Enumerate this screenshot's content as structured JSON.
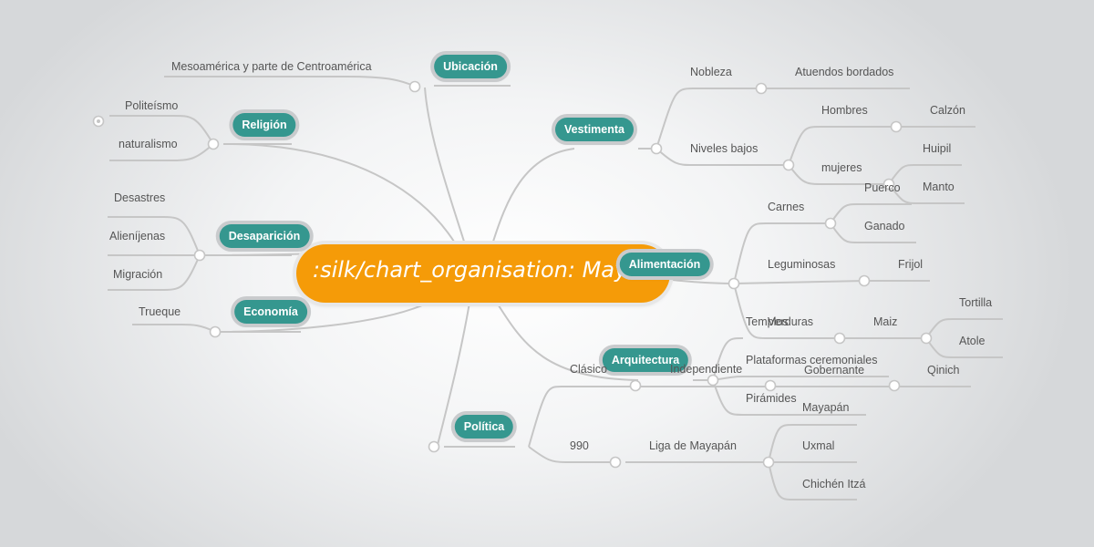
{
  "central_topic": ":silk/chart_organisation: Mayas",
  "branches": {
    "ubicacion": {
      "label": "Ubicación",
      "items": [
        "Mesoamérica y parte de Centroamérica"
      ]
    },
    "religion": {
      "label": "Religión",
      "items": [
        "Politeísmo",
        "naturalismo"
      ]
    },
    "desaparicion": {
      "label": "Desaparición",
      "items": [
        "Desastres",
        "Alieníjenas",
        "Migración"
      ]
    },
    "economia": {
      "label": "Economía",
      "items": [
        "Trueque"
      ]
    },
    "politica": {
      "label": "Política",
      "clasico": "Clásico",
      "independiente": "Independiente",
      "gobernante": "Gobernante",
      "qinich": "Qinich",
      "year": "990",
      "liga": "Liga de Mayapán",
      "cities": [
        "Mayapán",
        "Uxmal",
        "Chichén Itzá"
      ]
    },
    "vestimenta": {
      "label": "Vestimenta",
      "nobleza": "Nobleza",
      "atuendos": "Atuendos bordados",
      "niveles": "Niveles bajos",
      "hombres": "Hombres",
      "calzon": "Calzón",
      "mujeres": "mujeres",
      "huipil": "Huipil",
      "manto": "Manto"
    },
    "alimentacion": {
      "label": "Alimentación",
      "carnes": "Carnes",
      "puerco": "Puerco",
      "ganado": "Ganado",
      "leguminosas": "Leguminosas",
      "frijol": "Frijol",
      "verduras": "Verduras",
      "maiz": "Maiz",
      "tortilla": "Tortilla",
      "atole": "Atole"
    },
    "arquitectura": {
      "label": "Arquitectura",
      "templos": "Templos",
      "plataformas": "Plataformas ceremoniales",
      "piramides": "Pirámides"
    }
  },
  "colors": {
    "central": "#f59b08",
    "topic": "#35978f",
    "line": "#c4c4c4"
  }
}
